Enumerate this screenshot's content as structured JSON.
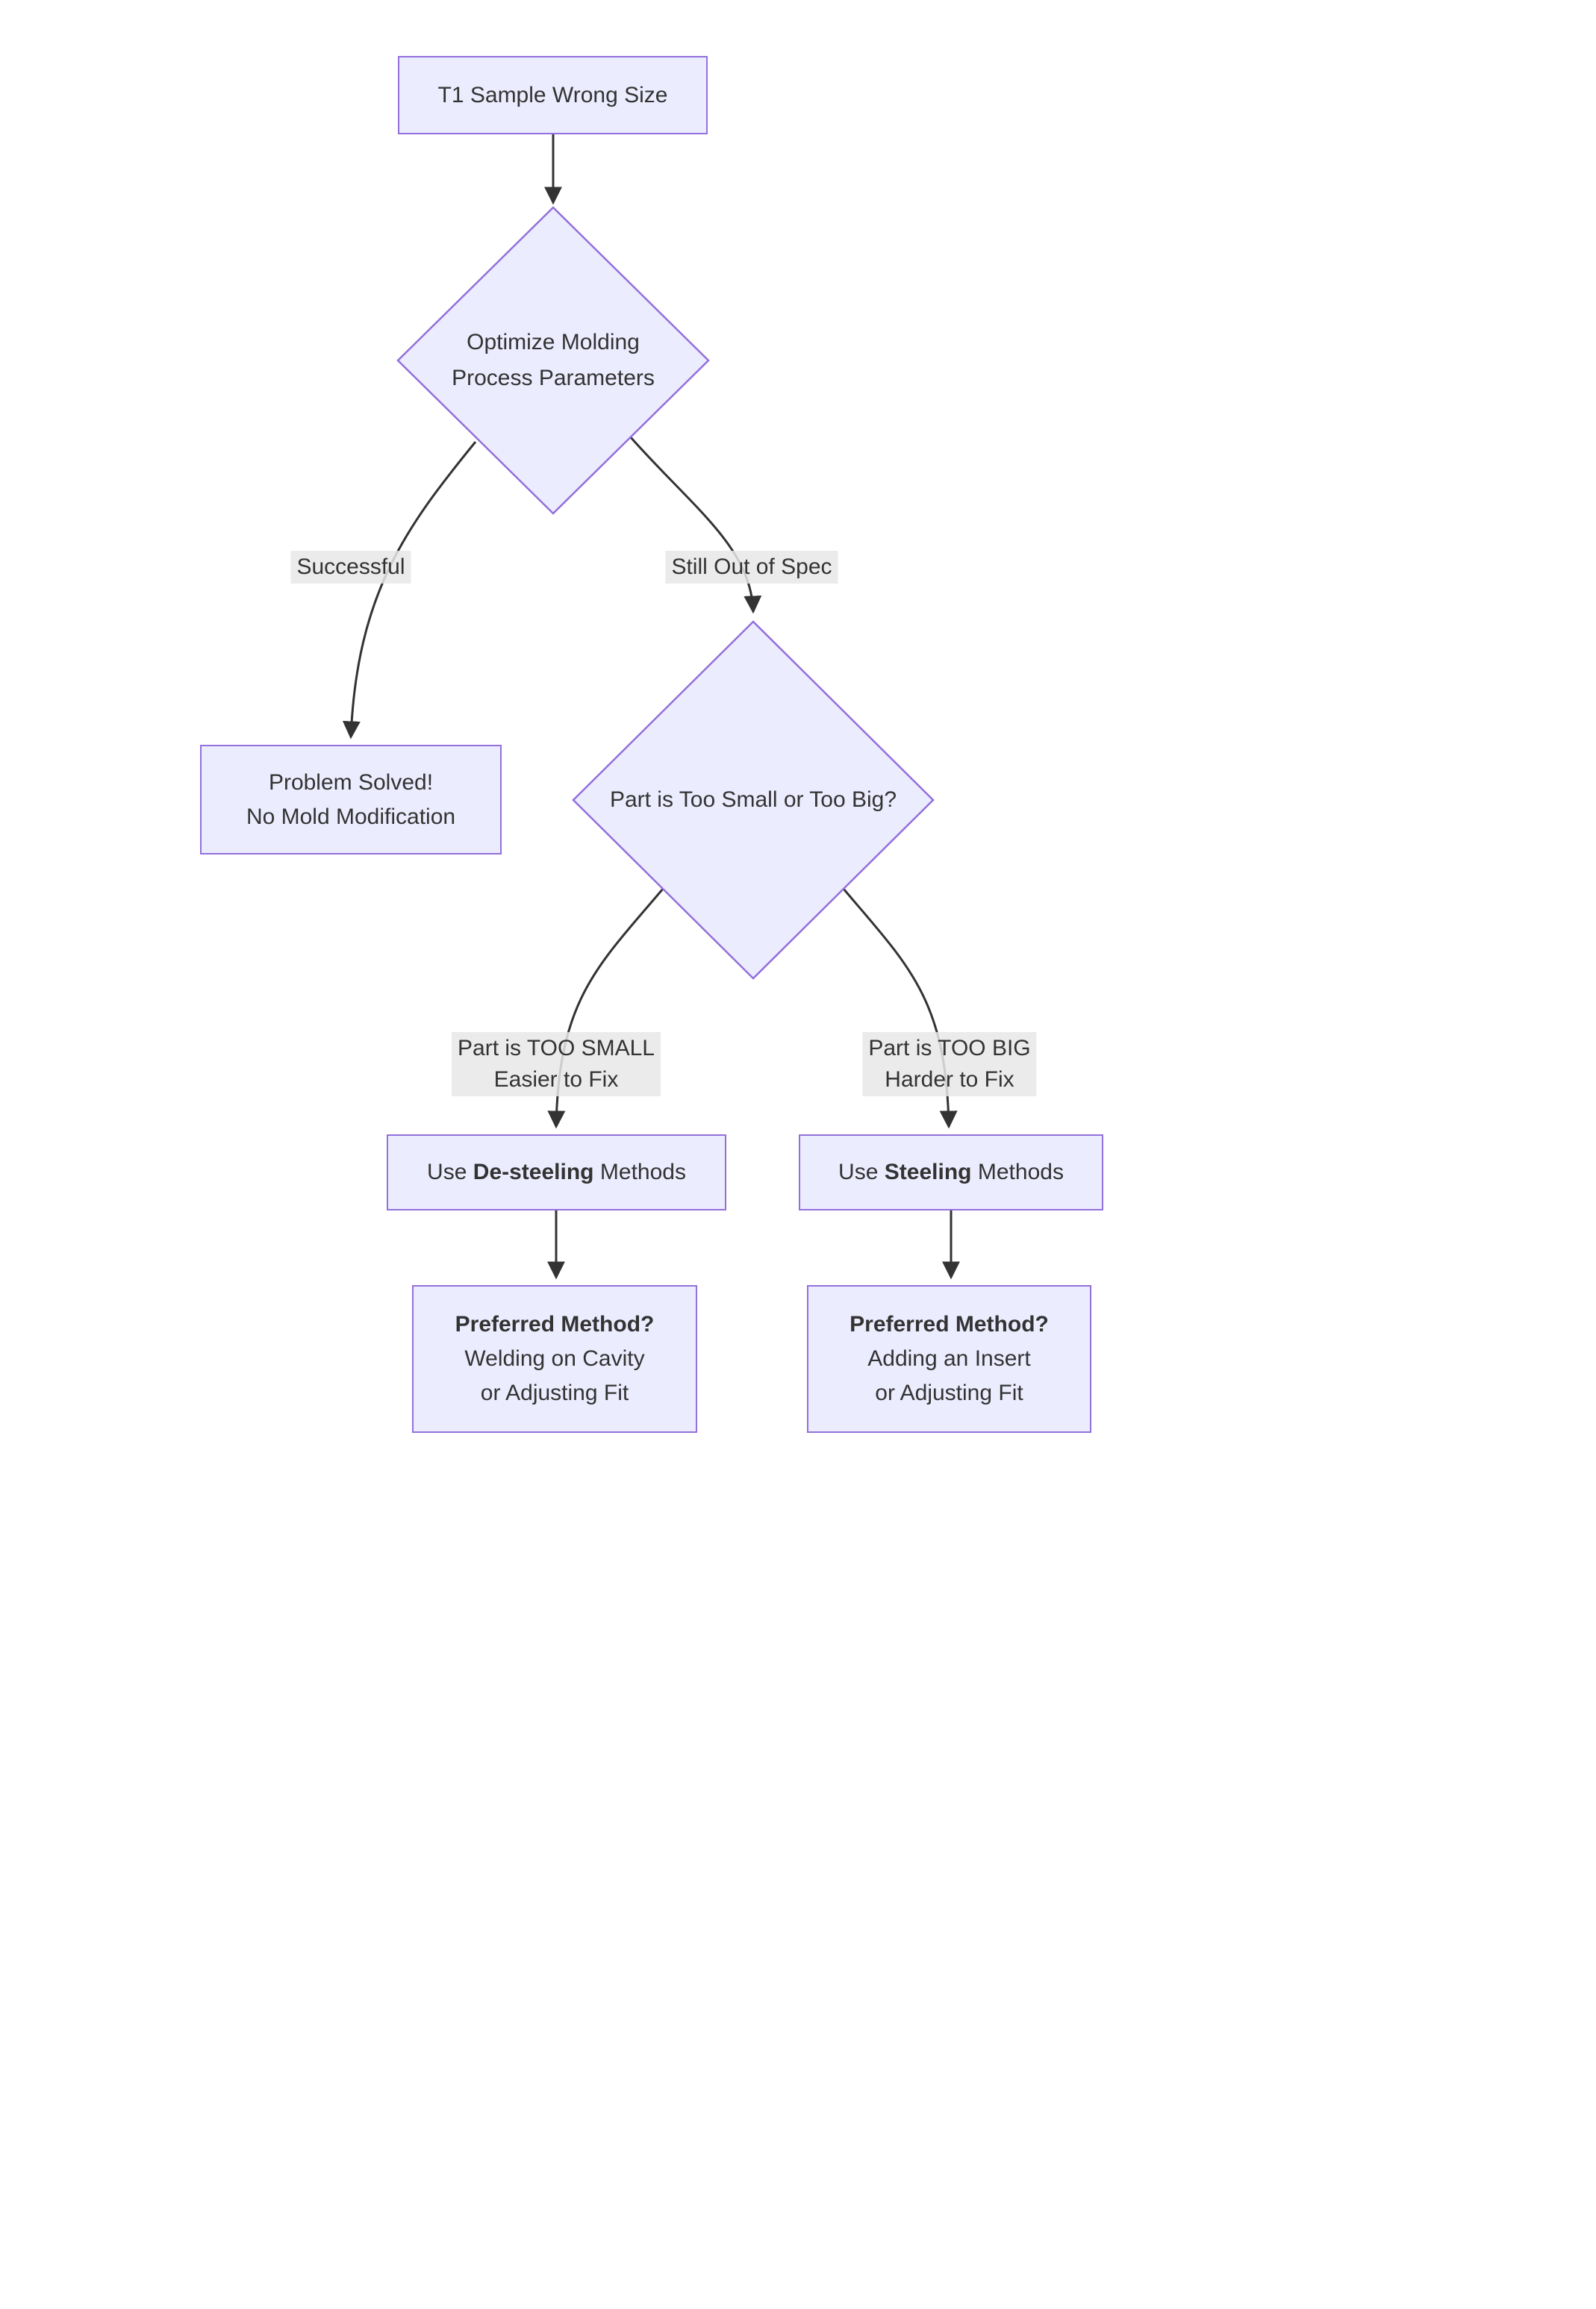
{
  "diagram": {
    "type": "flowchart",
    "colors": {
      "background": "#ffffff",
      "node_fill": "#ECECFF",
      "node_border": "#9370DB",
      "edge_line": "#333333",
      "edge_label_bg": "#e8e8e8",
      "text": "#333333"
    },
    "nodes": {
      "start": {
        "label": "T1 Sample Wrong Size"
      },
      "optimize": {
        "label": "Optimize Molding\nProcess Parameters"
      },
      "solved": {
        "label": "Problem Solved!\nNo Mold Modification"
      },
      "question": {
        "label": "Part is Too Small or Too Big?"
      },
      "desteel": {
        "prefix": "Use",
        "emphasis": "De-steeling",
        "suffix": "Methods"
      },
      "steel": {
        "prefix": "Use",
        "emphasis": "Steeling",
        "suffix": "Methods"
      },
      "desteel_method": {
        "title": "Preferred Method?",
        "detail": "Welding on Cavity\nor Adjusting Fit"
      },
      "steel_method": {
        "title": "Preferred Method?",
        "detail": "Adding an Insert\nor Adjusting Fit"
      }
    },
    "edge_labels": {
      "successful": "Successful",
      "still_out_of_spec": "Still Out of Spec",
      "too_small": "Part is TOO SMALL\nEasier to Fix",
      "too_big": "Part is TOO BIG\nHarder to Fix"
    }
  }
}
